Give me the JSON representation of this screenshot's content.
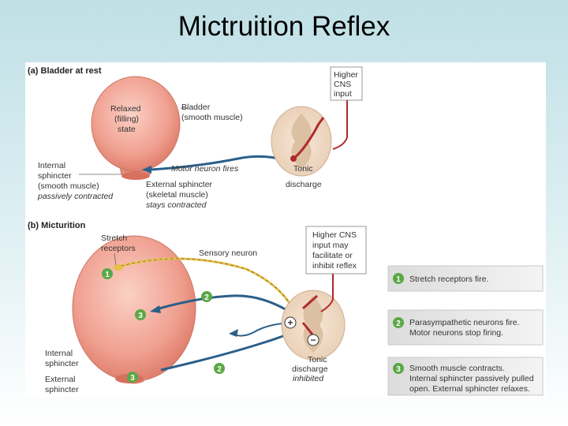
{
  "title": "Mictruition Reflex",
  "panel_a": {
    "heading": "(a)  Bladder at rest",
    "higher_cns": [
      "Higher",
      "CNS",
      "input"
    ],
    "bladder_state": [
      "Relaxed",
      "(filling)",
      "state"
    ],
    "bladder_label": [
      "Bladder",
      "(smooth muscle)"
    ],
    "motor_neuron": "Motor neuron fires",
    "tonic": [
      "Tonic",
      "discharge"
    ],
    "internal_sphincter": [
      "Internal",
      "sphincter",
      "(smooth muscle)",
      "passively contracted"
    ],
    "external_sphincter": [
      "External sphincter",
      "(skeletal muscle)",
      "stays contracted"
    ]
  },
  "panel_b": {
    "heading": "(b)  Micturition",
    "stretch_receptors": [
      "Stretch",
      "receptors"
    ],
    "sensory_neuron": "Sensory neuron",
    "higher_cns": [
      "Higher CNS",
      "input may",
      "facilitate or",
      "inhibit reflex"
    ],
    "tonic": [
      "Tonic",
      "discharge",
      "inhibited"
    ],
    "internal_sphincter": [
      "Internal",
      "sphincter"
    ],
    "external_sphincter": [
      "External",
      "sphincter"
    ],
    "plus": "+",
    "minus": "−",
    "markers": [
      "1",
      "2",
      "3",
      "2",
      "3"
    ]
  },
  "steps": [
    {
      "num": "1",
      "lines": [
        "Stretch receptors fire."
      ]
    },
    {
      "num": "2",
      "lines": [
        "Parasympathetic neurons fire.",
        "Motor neurons stop firing."
      ]
    },
    {
      "num": "3",
      "lines": [
        "Smooth muscle contracts.",
        "Internal sphincter passively pulled",
        "open. External sphincter relaxes."
      ]
    }
  ],
  "colors": {
    "bladder": "#f0a090",
    "neuron_blue": "#2b5f8a",
    "neuron_yellow": "#e6c04a",
    "neuron_red": "#b02a2a",
    "step_green": "#5aa845"
  }
}
